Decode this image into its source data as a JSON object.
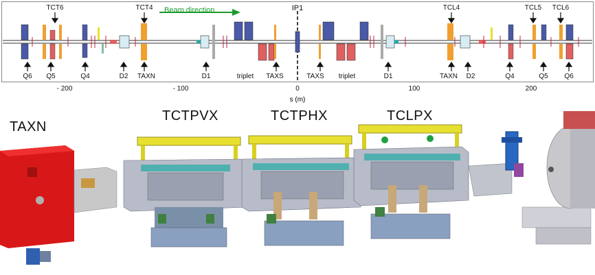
{
  "top": {
    "beam_direction": "Beam direction",
    "ip_label": "IP1",
    "axis_title": "s (m)",
    "ticks": [
      "- 200",
      "- 100",
      "0",
      "100",
      "200"
    ],
    "upper_labels": [
      {
        "id": "tct6-l",
        "text": "TCT6"
      },
      {
        "id": "tct4-l",
        "text": "TCT4"
      },
      {
        "id": "tcl4-r",
        "text": "TCL4"
      },
      {
        "id": "tcl5-r",
        "text": "TCL5"
      },
      {
        "id": "tcl6-r",
        "text": "TCL6"
      }
    ],
    "lower_labels": [
      {
        "id": "q6-l",
        "text": "Q6"
      },
      {
        "id": "q5-l",
        "text": "Q5"
      },
      {
        "id": "q4-l",
        "text": "Q4"
      },
      {
        "id": "d2-l",
        "text": "D2"
      },
      {
        "id": "taxn-l",
        "text": "TAXN"
      },
      {
        "id": "d1-l",
        "text": "D1"
      },
      {
        "id": "triplet-l",
        "text": "triplet"
      },
      {
        "id": "taxs-l",
        "text": "TAXS"
      },
      {
        "id": "taxs-r",
        "text": "TAXS"
      },
      {
        "id": "triplet-r",
        "text": "triplet"
      },
      {
        "id": "d1-r",
        "text": "D1"
      },
      {
        "id": "taxn-r",
        "text": "TAXN"
      },
      {
        "id": "d2-r",
        "text": "D2"
      },
      {
        "id": "q4-r",
        "text": "Q4"
      },
      {
        "id": "q5-r",
        "text": "Q5"
      },
      {
        "id": "q6-r",
        "text": "Q6"
      }
    ]
  },
  "bottom": {
    "taxn": "TAXN",
    "tctpvx": "TCTPVX",
    "tctphx": "TCTPHX",
    "tclpx": "TCLPX"
  },
  "colors": {
    "blue_magnet": "#4a5aa8",
    "red_magnet": "#e06060",
    "orange_collimator": "#f0a030",
    "taxn_red": "#d81818",
    "yellow_frame": "#e8e030",
    "arrow_green": "#1a9a2a"
  }
}
